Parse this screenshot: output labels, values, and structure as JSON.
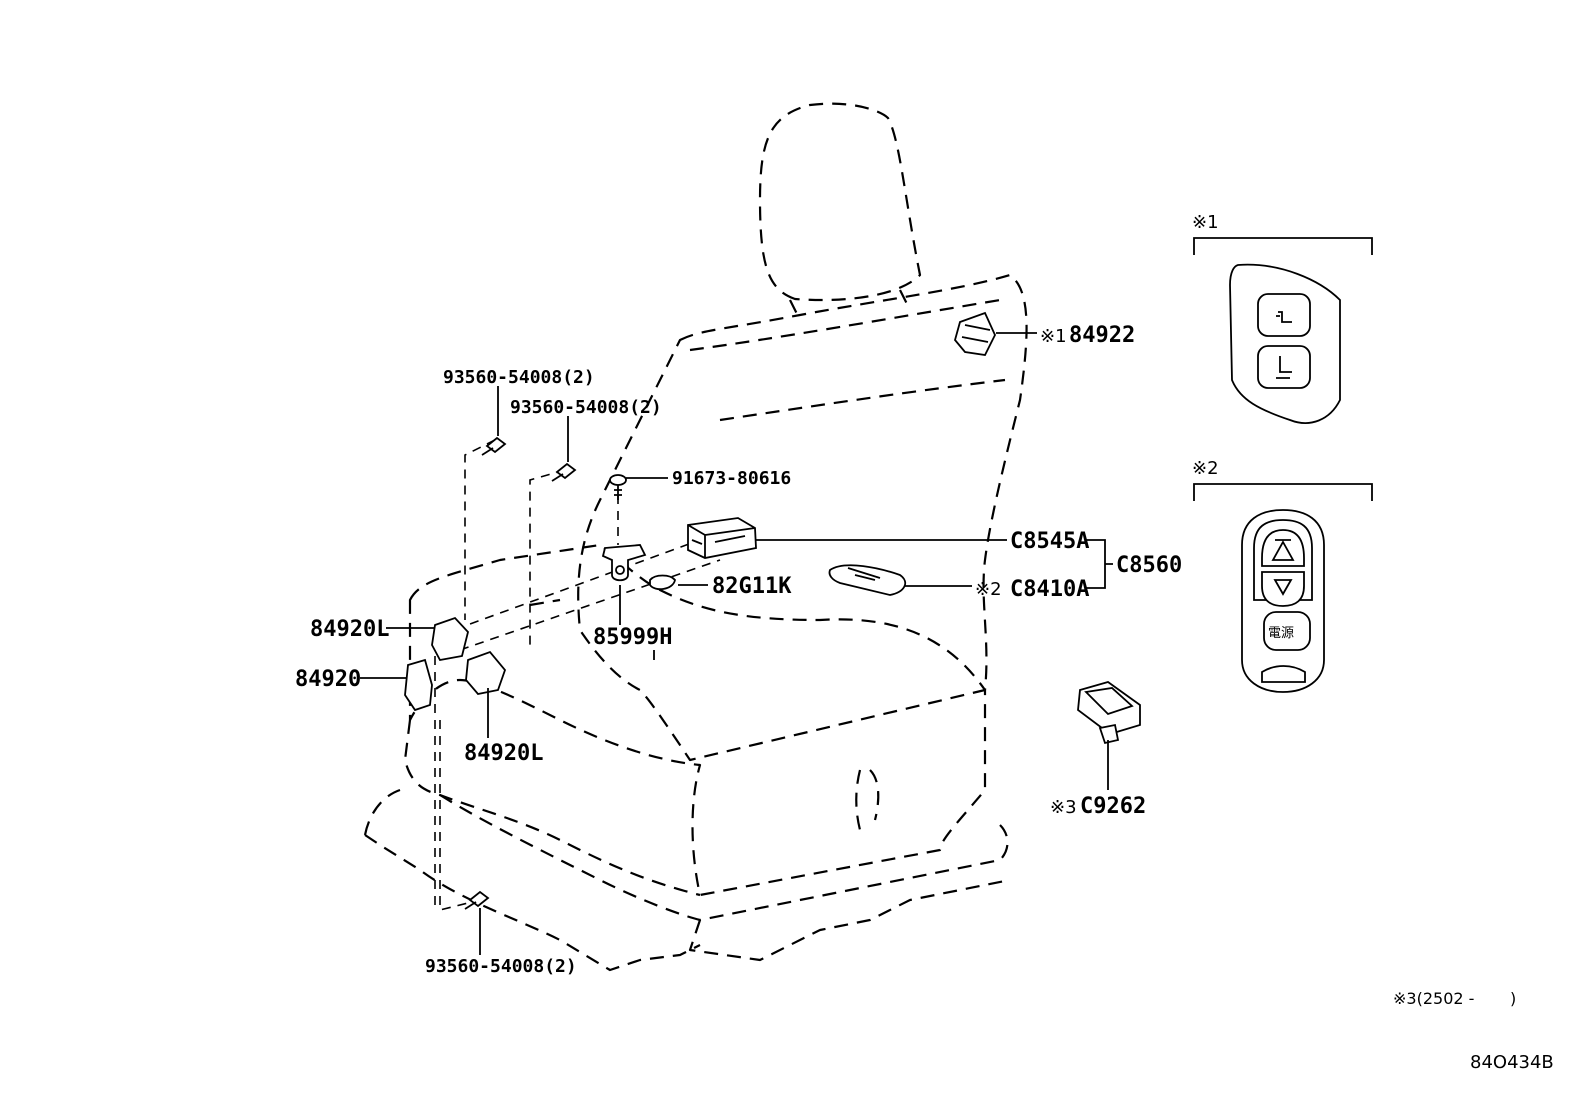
{
  "labels": {
    "bolt_top_left": "93560-54008(2)",
    "bolt_top_mid": "93560-54008(2)",
    "bolt_bottom": "93560-54008(2)",
    "screw": "91673-80616",
    "c8545a": "C8545A",
    "c8410a": "C8410A",
    "c8560": "C8560",
    "p82g11k": "82G11K",
    "p85999h": "85999H",
    "p84920l_upper": "84920L",
    "p84920l_lower": "84920L",
    "p84920": "84920",
    "p84922": "84922",
    "c9262": "C9262",
    "note1_mark": "※1",
    "note2_mark": "※2",
    "note3_mark": "※3",
    "note1_title": "※1",
    "note2_title": "※2",
    "remote_power_button": "電源",
    "footnote": "※3(2502 -       )",
    "diagram_id": "84O434B"
  }
}
